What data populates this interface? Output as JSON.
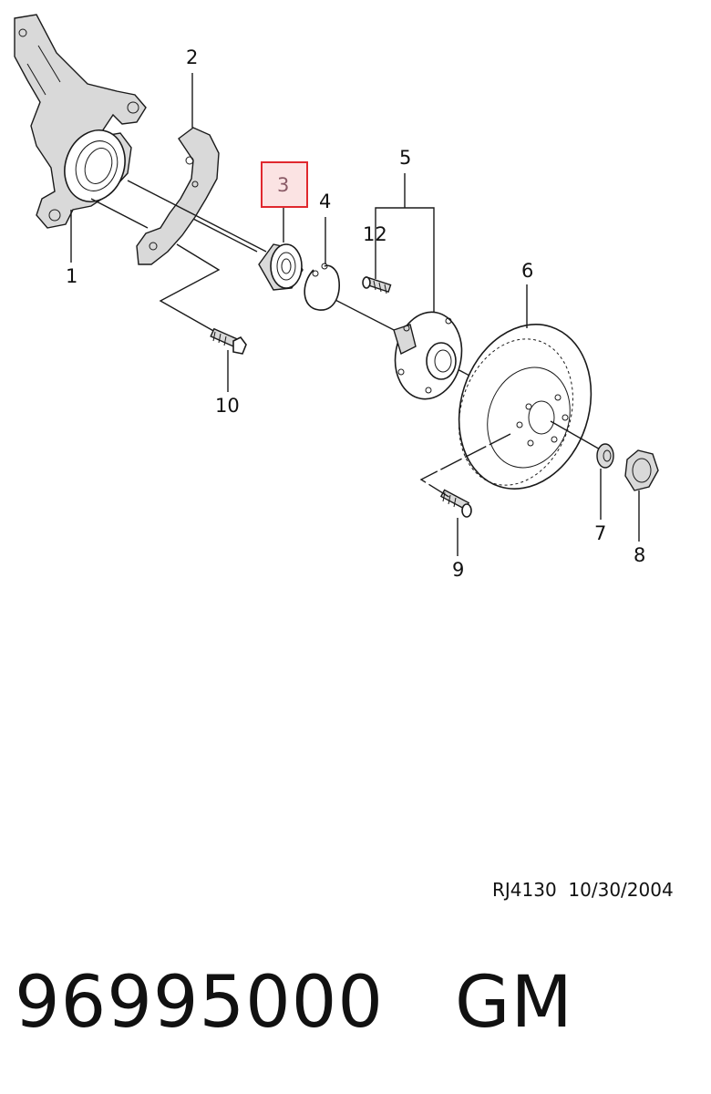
{
  "diagram": {
    "callouts": {
      "c1": "1",
      "c2": "2",
      "c3": "3",
      "c4": "4",
      "c5": "5",
      "c6": "6",
      "c7": "7",
      "c8": "8",
      "c9": "9",
      "c10": "10",
      "c12": "12"
    },
    "highlighted_callout": "3",
    "highlight_color": "#e0282e"
  },
  "drawing_ref": {
    "code": "RJ4130",
    "date": "10/30/2004"
  },
  "footer": {
    "part_number": "96995000",
    "brand": "GM"
  }
}
